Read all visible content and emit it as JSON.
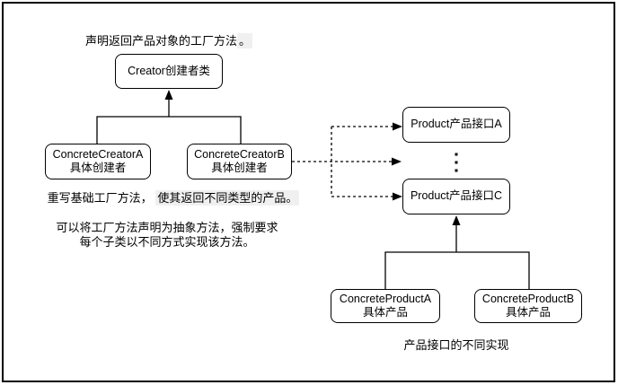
{
  "diagram": {
    "notes": {
      "factory_note_text": "声明返回产品对象的工厂方法",
      "factory_note_period": "。",
      "override_note_prefix": "重写基础工厂方法，",
      "override_note_highlight": "使其返回不同类型的产品。",
      "abstract_note_line1": "可以将工厂方法声明为抽象方法，强制要求",
      "abstract_note_line2": "每个子类以不同方式实现该方法。",
      "products_note": "产品接口的不同实现"
    },
    "nodes": {
      "creator": {
        "label": "Creator创建者类"
      },
      "concrete_creator_a": {
        "name": "ConcreteCreatorA",
        "role": "具体创建者"
      },
      "concrete_creator_b": {
        "name": "ConcreteCreatorB",
        "role": "具体创建者"
      },
      "product_a": {
        "label": "Product产品接口A"
      },
      "product_c": {
        "label": "Product产品接口C"
      },
      "concrete_product_a": {
        "name": "ConcreteProductA",
        "role": "具体产品"
      },
      "concrete_product_b": {
        "name": "ConcreteProductB",
        "role": "具体产品"
      }
    },
    "colors": {
      "stroke": "#000000",
      "node_fill": "#ffffff",
      "text": "#000000",
      "highlight": "#f0f0f0",
      "background": "#ffffff"
    }
  }
}
